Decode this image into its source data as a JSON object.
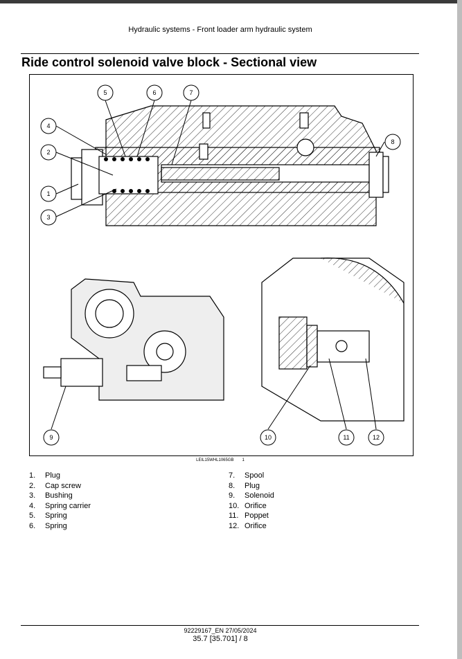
{
  "header": "Hydraulic systems - Front loader arm hydraulic system",
  "title": "Ride control solenoid valve block - Sectional view",
  "figure": {
    "callouts": [
      "1",
      "2",
      "3",
      "4",
      "5",
      "6",
      "7",
      "8",
      "9",
      "10",
      "11",
      "12"
    ],
    "code": "LEIL15WHL1065GB",
    "number": "1"
  },
  "legend": [
    {
      "n": "1.",
      "label": "Plug"
    },
    {
      "n": "2.",
      "label": "Cap screw"
    },
    {
      "n": "3.",
      "label": "Bushing"
    },
    {
      "n": "4.",
      "label": "Spring carrier"
    },
    {
      "n": "5.",
      "label": "Spring"
    },
    {
      "n": "6.",
      "label": "Spring"
    },
    {
      "n": "7.",
      "label": "Spool"
    },
    {
      "n": "8.",
      "label": "Plug"
    },
    {
      "n": "9.",
      "label": "Solenoid"
    },
    {
      "n": "10.",
      "label": "Orifice"
    },
    {
      "n": "11.",
      "label": "Poppet"
    },
    {
      "n": "12.",
      "label": "Orifice"
    }
  ],
  "footer": {
    "doc": "92229167_EN 27/05/2024",
    "page": "35.7 [35.701] / 8"
  }
}
